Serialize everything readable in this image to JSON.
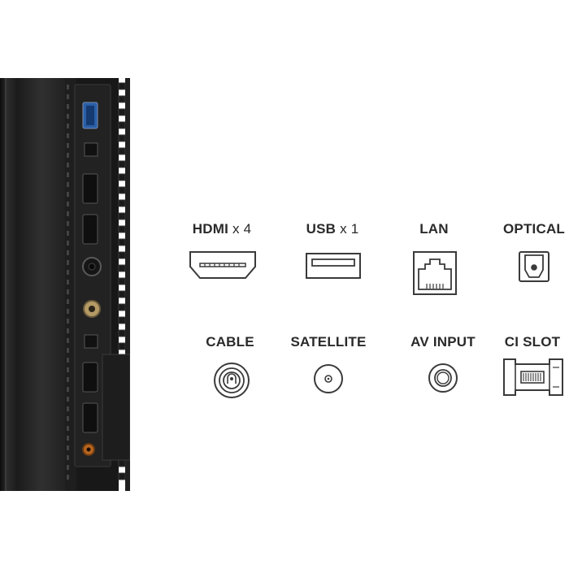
{
  "ports": {
    "hdmi": {
      "name": "HDMI",
      "count": "x 4",
      "icon": "hdmi-port-icon"
    },
    "usb": {
      "name": "USB",
      "count": "x 1",
      "icon": "usb-port-icon"
    },
    "lan": {
      "name": "LAN",
      "icon": "lan-port-icon"
    },
    "optical": {
      "name": "OPTICAL",
      "icon": "optical-port-icon"
    },
    "cable": {
      "name": "CABLE",
      "icon": "cable-port-icon"
    },
    "satellite": {
      "name": "SATELLITE",
      "icon": "satellite-port-icon"
    },
    "av_input": {
      "name": "AV INPUT",
      "icon": "av-input-port-icon"
    },
    "ci_slot": {
      "name": "CI SLOT",
      "icon": "ci-slot-icon"
    }
  },
  "colors": {
    "icon_stroke": "#3a3a3a",
    "panel_body": "#262626",
    "panel_edge": "#111111",
    "usb_blue": "#2a5fa8",
    "port_gold": "#b59a66",
    "audio_orange": "#b8651f"
  }
}
